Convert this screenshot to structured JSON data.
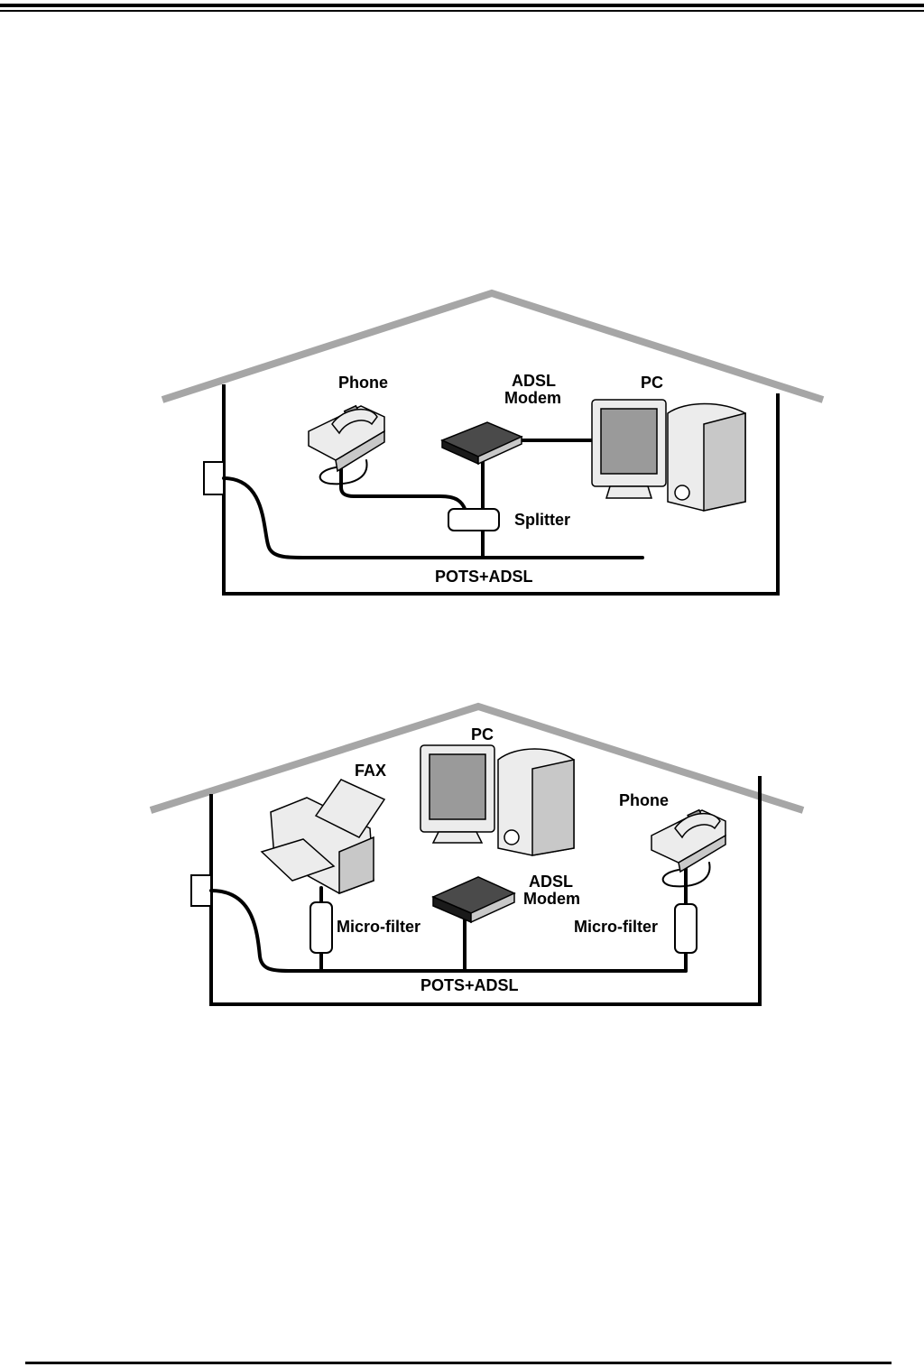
{
  "diagram_1": {
    "labels": {
      "phone": "Phone",
      "adsl_modem_line1": "ADSL",
      "adsl_modem_line2": "Modem",
      "pc": "PC",
      "splitter": "Splitter",
      "line": "POTS+ADSL"
    }
  },
  "diagram_2": {
    "labels": {
      "pc": "PC",
      "fax": "FAX",
      "phone": "Phone",
      "adsl_modem_line1": "ADSL",
      "adsl_modem_line2": "Modem",
      "microfilter_left": "Micro-filter",
      "microfilter_right": "Micro-filter",
      "line": "POTS+ADSL"
    }
  },
  "colors": {
    "roof": "#a6a6a6",
    "wire": "#000000"
  }
}
